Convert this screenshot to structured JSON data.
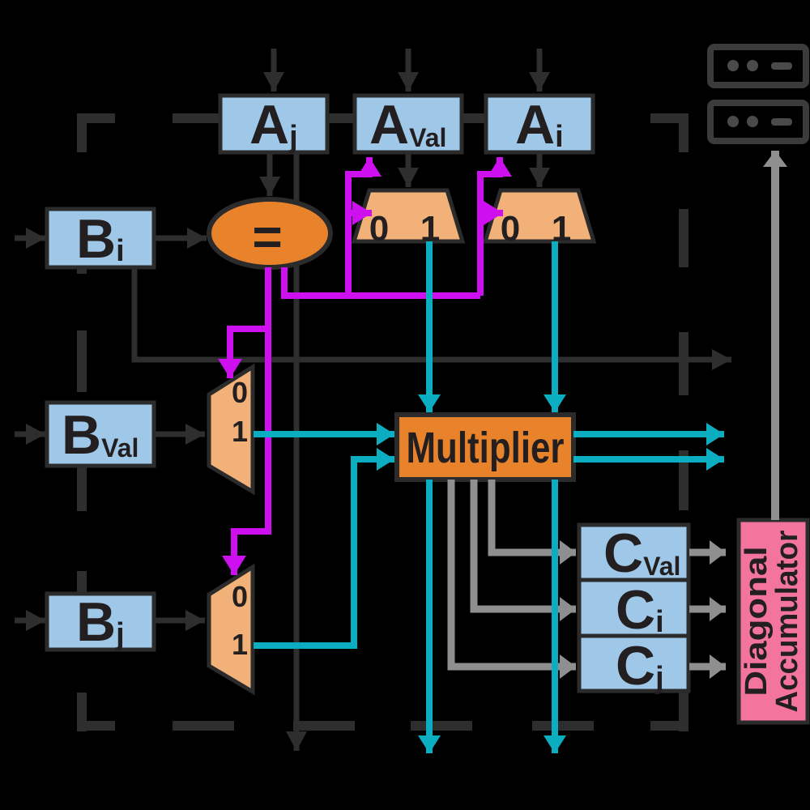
{
  "diagram": {
    "description": "Processing-element tile of a sparse matrix multiply accelerator",
    "colors": {
      "background": "#000000",
      "register_fill": "#9FC8E8",
      "mux_fill": "#F2B179",
      "operator_fill": "#E8832C",
      "accumulator_fill": "#F3759E",
      "select_wire": "#CE10F0",
      "data_wire": "#0BAEC0",
      "result_wire": "#8F8F8F",
      "plain_wire": "#2E2E2E"
    },
    "registers": {
      "a_j": {
        "main": "A",
        "sub": "j"
      },
      "a_val": {
        "main": "A",
        "sub": "Val"
      },
      "a_i": {
        "main": "A",
        "sub": "i"
      },
      "b_i": {
        "main": "B",
        "sub": "i"
      },
      "b_val": {
        "main": "B",
        "sub": "Val"
      },
      "b_j": {
        "main": "B",
        "sub": "j"
      },
      "c_val": {
        "main": "C",
        "sub": "Val"
      },
      "c_i": {
        "main": "C",
        "sub": "i"
      },
      "c_j": {
        "main": "C",
        "sub": "j"
      }
    },
    "comparator": {
      "symbol": "="
    },
    "multiplier": {
      "label": "Multiplier"
    },
    "accumulator": {
      "line1": "Diagonal",
      "line2": "Accumulator"
    },
    "muxes": {
      "a_val_mux": {
        "in0": "0",
        "in1": "1"
      },
      "a_i_mux": {
        "in0": "0",
        "in1": "1"
      },
      "b_val_mux": {
        "in0": "0",
        "in1": "1"
      },
      "b_j_mux": {
        "in0": "0",
        "in1": "1"
      }
    },
    "icons": {
      "memory_rows": "memory-row-icon"
    }
  }
}
